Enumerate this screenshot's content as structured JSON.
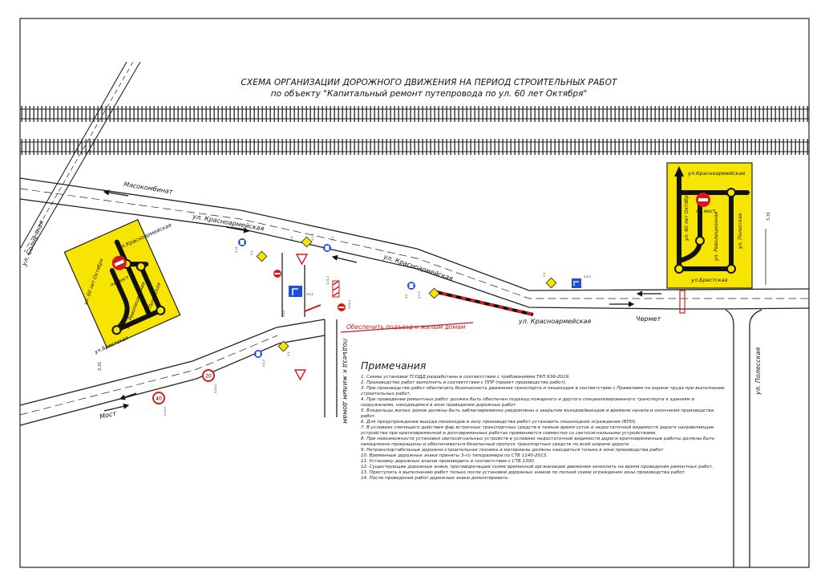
{
  "title": {
    "line1": "СХЕМА ОРГАНИЗАЦИИ ДОРОЖНОГО ДВИЖЕНИЯ НА ПЕРИОД СТРОИТЕЛЬНЫХ РАБОТ",
    "line2": "по объекту \"Капитальный ремонт путепровода по ул. 60 лет Октября\""
  },
  "streets": {
    "solnechnaya": "ул. Солнечная",
    "myasokombinat": "Мясокомбинат",
    "krasnoarm_1": "ул. Красноармейская",
    "krasnoarm_2": "ул. Красноармейская",
    "krasnoarm_3": "ул. Красноармейская",
    "chermet": "Чермет",
    "most": "Мост",
    "poleskaya": "ул. Полесская",
    "podezd": "подъезд к жилым домам",
    "ensure_access": "Обеспечить подъезд к жилым домам"
  },
  "detour_board_left": {
    "top": "ул.Красноармейская",
    "left": "ул. 60 лет Октября",
    "mid": "ул. Революционная",
    "right": "ул. Полесская",
    "bottom": "ул.Брестская",
    "no_entry": "на мост"
  },
  "detour_board_right": {
    "top": "ул.Красноармейская",
    "left": "ул. 60 лет Октября",
    "mid": "ул. Революционная",
    "right": "ул. Полесская",
    "bottom": "ул.Брестская",
    "no_entry": "на мост"
  },
  "board_codes": {
    "left": "5.31",
    "right": "5.31"
  },
  "signs": {
    "speed_20": "20",
    "speed_40": "40",
    "codes": {
      "c1": "5.21",
      "c2": "3.1",
      "c3": "4.1.2",
      "c4": "2.1",
      "c5": "5.8.1",
      "c6": "3.1",
      "c7": "4.1.2",
      "c8": "2.1",
      "c9": "5.8.2",
      "c10": "2.1",
      "c11": "4.1.3",
      "c12": "3.24.1",
      "c13": "3.24.1",
      "c14": "2.4",
      "c15": "1.21.1",
      "c16": "1.21.1",
      "c17": "5.8.1"
    }
  },
  "notes": {
    "heading": "Примечания",
    "items": [
      "1. Схемы установки ТСОДД разработаны в соответствии с требованиями ТКП 636-2019.",
      "2. Производство работ выполнять в соответствии с ППР (проект производства работ).",
      "3. При производстве работ обеспечить безопасность движения транспорта и пешеходов в соответствии с Правилами по охране труда при выполнении строительных работ.",
      "4. При проведении ремонтных работ должен быть обеспечен подъезд пожарного и другого специализированного транспорта к зданиям и сооружениям, находящимся в зоне проведения дорожных работ",
      "5. Владельцы жилых домов должны быть заблаговременно уведомлены о закрытии въездов/выездов и времени начала и окончания производства работ.",
      "6. Для предупреждения выхода пешеходов в зону производства работ установить пешеходное ограждение (ВПО).",
      "7. В условиях слепящего действия фар встречных транспортных средств в темное время суток и недостаточной видимости дороги направляющие устройства при кратковременной и долговременных работах применяются совместно со светосигнальными устройствами.",
      "8. При невозможности установки светосигнальных устройств в условиях недостаточной видимости дороги кратковременные работы должны быть немедленно прекращены и обеспечиваться безопасный пропуск транспортных средств по всей ширине дороги.",
      "9. Нетранспортабельные дорожно-строительная техника и материалы должны находиться только в зоне производства работ",
      "10. Временные дорожные знаки приняты 3-го типоразмера по СТБ 1140-2013.",
      "11. Установку дорожных знаков производить в соответствии с СТБ 1300.",
      "12. Существующие дорожные знаки, противоречащие схеме временной организации движения зачехлить на время проведения ремонтных работ.",
      "13. Приступить к выполнению работ только после установки дорожных знаков по полной схеме ограждения зоны производства работ.",
      "14. После проведения работ дорожные знаки демонтировать."
    ]
  },
  "colors": {
    "board_yellow": "#f7e400",
    "sign_blue": "#1e4fd6",
    "sign_red": "#d61a1a",
    "access_red": "#c21f1f"
  }
}
